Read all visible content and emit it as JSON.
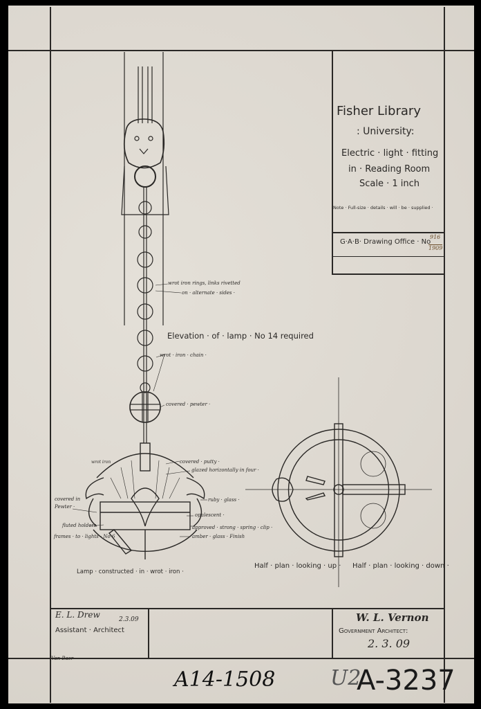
{
  "title_block": {
    "line1": "Fisher Library",
    "line2": ": University:",
    "line3": "Electric · light · fitting",
    "line4": "in · Reading Room",
    "line5": "Scale · 1 inch",
    "note": "Note · Full-size · details · will · be · supplied ·",
    "drawing_office": "G·A·B· Drawing Office · No",
    "drawing_number_top": "916",
    "drawing_number_bottom": "1909"
  },
  "annotations": {
    "rings": "wrot iron rings, links rivetted",
    "rings2": "on · alternate · sides ·",
    "elevation": "Elevation · of · lamp ·  No 14 required",
    "chain": "wrot · iron · chain ·",
    "covered_pewter_ball": "covered · pewter ·",
    "wrot_iron": "wrot iron",
    "covered_putty": "covered · putty ·",
    "glazed": "glazed horizontally in four ·",
    "covered_in_pewter": "covered in Pewter ·",
    "ruby_glass": "ruby · glass ·",
    "opalescent": "opalescent ·",
    "fluted_holders": "fluted holders",
    "frames": "frames · to · lights · No 6",
    "spring_clip": "approved · strong · spring · clip ·",
    "amber_glass": "amber · glass · Finish",
    "constructed": "Lamp · constructed · in · wrot · iron ·",
    "half_plan_up": "Half · plan · looking · up ·",
    "half_plan_down": "Half · plan · looking · down ·"
  },
  "signatures": {
    "assistant_sig": "E. L. Drew",
    "assistant_date": "2.3.09",
    "assistant_title": "Assistant · Architect",
    "gov_sig": "W. L. Vernon",
    "gov_title": "Government Architect:",
    "gov_date": "2. 3. 09",
    "tracer": "Van Baer"
  },
  "archive": {
    "ref1": "A14-1508",
    "ref2_prefix": "U2",
    "ref2": "A-3237"
  },
  "colors": {
    "ink": "#2a2826",
    "paper": "#dedad2"
  }
}
